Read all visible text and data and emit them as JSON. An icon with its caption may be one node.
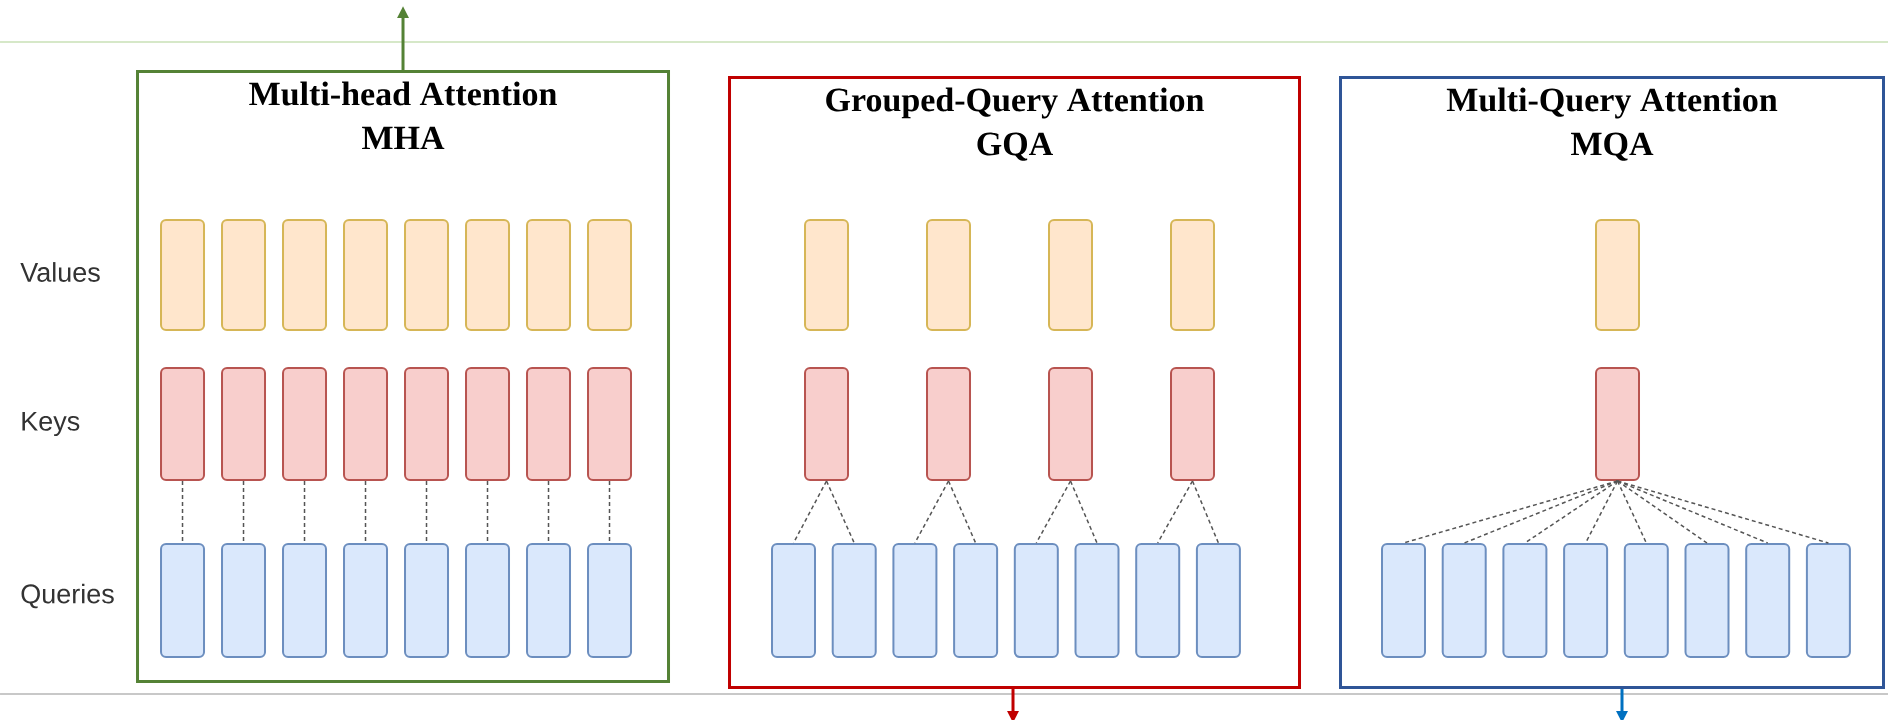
{
  "diagram": {
    "nodes": [
      {
        "text": [
          "Multi-head Attention",
          "MHA"
        ]
      },
      {
        "text": [],
        "shape": "box",
        "in": 0
      },
      {
        "text": [],
        "shape": "box",
        "in": 0
      },
      {
        "text": [],
        "shape": "box",
        "in": 0
      },
      {
        "text": [],
        "shape": "box",
        "in": 0
      },
      {
        "text": [],
        "shape": "box",
        "in": 0
      },
      {
        "text": [],
        "shape": "box",
        "in": 0
      },
      {
        "text": [],
        "shape": "box",
        "in": 0
      },
      {
        "text": [],
        "shape": "box",
        "in": 0
      },
      {
        "text": [],
        "shape": "box",
        "in": 0
      },
      {
        "text": [],
        "shape": "box",
        "in": 0
      },
      {
        "text": [],
        "shape": "box",
        "in": 0
      },
      {
        "text": [],
        "shape": "box",
        "in": 0
      },
      {
        "text": [],
        "shape": "box",
        "in": 0
      },
      {
        "text": [],
        "shape": "box",
        "in": 0
      },
      {
        "text": [],
        "shape": "box",
        "in": 0
      },
      {
        "text": [],
        "shape": "box",
        "in": 0
      },
      {
        "text": [],
        "shape": "box",
        "in": 0
      },
      {
        "text": [],
        "shape": "box",
        "in": 0
      },
      {
        "text": [],
        "shape": "box",
        "in": 0
      },
      {
        "text": [],
        "shape": "box",
        "in": 0
      },
      {
        "text": [],
        "shape": "box",
        "in": 0
      },
      {
        "text": [],
        "shape": "box",
        "in": 0
      },
      {
        "text": [],
        "shape": "box",
        "in": 0
      },
      {
        "text": [],
        "shape": "box",
        "in": 0
      },
      {
        "text": [
          "Grouped-Query Attention",
          "GQA"
        ]
      },
      {
        "text": [],
        "shape": "box",
        "in": 25
      },
      {
        "text": [],
        "shape": "box",
        "in": 25
      },
      {
        "text": [],
        "shape": "box",
        "in": 25
      },
      {
        "text": [],
        "shape": "box",
        "in": 25
      },
      {
        "text": [],
        "shape": "box",
        "in": 25
      },
      {
        "text": [],
        "shape": "box",
        "in": 25
      },
      {
        "text": [],
        "shape": "box",
        "in": 25
      },
      {
        "text": [],
        "shape": "box",
        "in": 25
      },
      {
        "text": [],
        "shape": "box",
        "in": 25
      },
      {
        "text": [],
        "shape": "box",
        "in": 25
      },
      {
        "text": [],
        "shape": "box",
        "in": 25
      },
      {
        "text": [],
        "shape": "box",
        "in": 25
      },
      {
        "text": [],
        "shape": "box",
        "in": 25
      },
      {
        "text": [],
        "shape": "box",
        "in": 25
      },
      {
        "text": [],
        "shape": "box",
        "in": 25
      },
      {
        "text": [],
        "shape": "box",
        "in": 25
      },
      {
        "text": [
          "Multi-Query Attention",
          "MQA"
        ]
      },
      {
        "text": [],
        "shape": "box",
        "in": 42
      },
      {
        "text": [],
        "shape": "box",
        "in": 42
      },
      {
        "text": [],
        "shape": "box",
        "in": 42
      },
      {
        "text": [],
        "shape": "box",
        "in": 42
      },
      {
        "text": [],
        "shape": "box",
        "in": 42
      },
      {
        "text": [],
        "shape": "box",
        "in": 42
      },
      {
        "text": [],
        "shape": "box",
        "in": 42
      },
      {
        "text": [],
        "shape": "box",
        "in": 42
      },
      {
        "text": [],
        "shape": "box",
        "in": 42
      },
      {
        "text": [],
        "shape": "box",
        "in": 42
      }
    ],
    "edges": [
      {
        "from": 9,
        "to": 17,
        "arrow": "none",
        "style": "dashed"
      },
      {
        "from": 10,
        "to": 18,
        "arrow": "none",
        "style": "dashed"
      },
      {
        "from": 11,
        "to": 19,
        "arrow": "none",
        "style": "dashed"
      },
      {
        "from": 12,
        "to": 20,
        "arrow": "none",
        "style": "dashed"
      },
      {
        "from": 13,
        "to": 21,
        "arrow": "none",
        "style": "dashed"
      },
      {
        "from": 14,
        "to": 22,
        "arrow": "none",
        "style": "dashed"
      },
      {
        "from": 15,
        "to": 23,
        "arrow": "none",
        "style": "dashed"
      },
      {
        "from": 16,
        "to": 24,
        "arrow": "none",
        "style": "dashed"
      },
      {
        "from": 30,
        "to": 34,
        "arrow": "none",
        "style": "dashed"
      },
      {
        "from": 30,
        "to": 35,
        "arrow": "none",
        "style": "dashed"
      },
      {
        "from": 31,
        "to": 36,
        "arrow": "none",
        "style": "dashed"
      },
      {
        "from": 31,
        "to": 37,
        "arrow": "none",
        "style": "dashed"
      },
      {
        "from": 32,
        "to": 38,
        "arrow": "none",
        "style": "dashed"
      },
      {
        "from": 32,
        "to": 39,
        "arrow": "none",
        "style": "dashed"
      },
      {
        "from": 33,
        "to": 40,
        "arrow": "none",
        "style": "dashed"
      },
      {
        "from": 33,
        "to": 41,
        "arrow": "none",
        "style": "dashed"
      },
      {
        "from": 44,
        "to": 45,
        "arrow": "none",
        "style": "dashed"
      },
      {
        "from": 44,
        "to": 46,
        "arrow": "none",
        "style": "dashed"
      },
      {
        "from": 44,
        "to": 47,
        "arrow": "none",
        "style": "dashed"
      },
      {
        "from": 44,
        "to": 48,
        "arrow": "none",
        "style": "dashed"
      },
      {
        "from": 44,
        "to": 49,
        "arrow": "none",
        "style": "dashed"
      },
      {
        "from": 44,
        "to": 50,
        "arrow": "none",
        "style": "dashed"
      },
      {
        "from": 44,
        "to": 51,
        "arrow": "none",
        "style": "dashed"
      },
      {
        "from": 44,
        "to": 52,
        "arrow": "none",
        "style": "dashed"
      },
      {
        "from": 0,
        "to": null,
        "arrow": "to",
        "color": "#548235"
      },
      {
        "from": 25,
        "to": null,
        "arrow": "to",
        "color": "#c00000"
      },
      {
        "from": 42,
        "to": null,
        "arrow": "to",
        "color": "#0070c0"
      }
    ],
    "labels": [
      "Values",
      "Keys",
      "Queries"
    ]
  }
}
